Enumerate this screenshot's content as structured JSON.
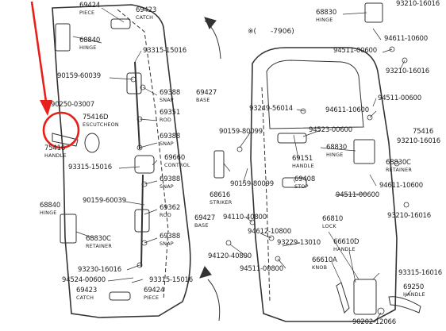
{
  "diagram": {
    "header": "※(　　-7906)",
    "pointer_color": "#e8201c",
    "parts": [
      {
        "id": "p01",
        "number": "69424",
        "name": "PIECE"
      },
      {
        "id": "p02",
        "number": "69423",
        "name": "CATCH"
      },
      {
        "id": "p03",
        "number": "68840",
        "name": "HINGE"
      },
      {
        "id": "p04",
        "number": "93315-15016",
        "name": ""
      },
      {
        "id": "p05",
        "number": "90159-60039",
        "name": ""
      },
      {
        "id": "p06",
        "number": "69388",
        "name": "SNAP"
      },
      {
        "id": "p07",
        "number": "69427",
        "name": "BASE"
      },
      {
        "id": "p08",
        "number": "69351",
        "name": "ROD"
      },
      {
        "id": "p09",
        "number": "90250-03007",
        "name": ""
      },
      {
        "id": "p10",
        "number": "75416D",
        "name": "ESCUTCHEON"
      },
      {
        "id": "p11",
        "number": "75416",
        "name": "HANDLE"
      },
      {
        "id": "p12",
        "number": "69388",
        "name": "SNAP"
      },
      {
        "id": "p13",
        "number": "93315-15016",
        "name": ""
      },
      {
        "id": "p14",
        "number": "69660",
        "name": "CONTROL"
      },
      {
        "id": "p15",
        "number": "69388",
        "name": "SNAP"
      },
      {
        "id": "p16",
        "number": "90159-60039",
        "name": ""
      },
      {
        "id": "p17",
        "number": "68840",
        "name": "HINGE"
      },
      {
        "id": "p18",
        "number": "69362",
        "name": "ROD"
      },
      {
        "id": "p19",
        "number": "69427",
        "name": "BASE"
      },
      {
        "id": "p20",
        "number": "68830C",
        "name": "RETAINER"
      },
      {
        "id": "p21",
        "number": "69388",
        "name": "SNAP"
      },
      {
        "id": "p22",
        "number": "93230-16016",
        "name": ""
      },
      {
        "id": "p23",
        "number": "94524-00600",
        "name": ""
      },
      {
        "id": "p24",
        "number": "93315-15016",
        "name": ""
      },
      {
        "id": "p25",
        "number": "69423",
        "name": "CATCH"
      },
      {
        "id": "p26",
        "number": "69424",
        "name": "PIECE"
      },
      {
        "id": "p27",
        "number": "68830",
        "name": "HINGE"
      },
      {
        "id": "p28",
        "number": "93210-16016",
        "name": ""
      },
      {
        "id": "p29",
        "number": "94611-10600",
        "name": ""
      },
      {
        "id": "p30",
        "number": "94511-00600",
        "name": ""
      },
      {
        "id": "p31",
        "number": "93210-16016",
        "name": ""
      },
      {
        "id": "p32",
        "number": "93249-56014",
        "name": ""
      },
      {
        "id": "p33",
        "number": "94611-10600",
        "name": ""
      },
      {
        "id": "p34",
        "number": "94511-00600",
        "name": ""
      },
      {
        "id": "p35",
        "number": "94523-00600",
        "name": ""
      },
      {
        "id": "p36",
        "number": "90159-80099",
        "name": ""
      },
      {
        "id": "p37",
        "number": "68830",
        "name": "HINGE"
      },
      {
        "id": "p38",
        "number": "69151",
        "name": "HANDLE"
      },
      {
        "id": "p39",
        "number": "75416",
        "name": ""
      },
      {
        "id": "p40",
        "number": "93210-16016",
        "name": ""
      },
      {
        "id": "p41",
        "number": "68830C",
        "name": "RETAINER"
      },
      {
        "id": "p42",
        "number": "90159-80099",
        "name": ""
      },
      {
        "id": "p43",
        "number": "69408",
        "name": "STOP"
      },
      {
        "id": "p44",
        "number": "94611-10600",
        "name": ""
      },
      {
        "id": "p45",
        "number": "68616",
        "name": "STRIKER"
      },
      {
        "id": "p46",
        "number": "94511-00600",
        "name": ""
      },
      {
        "id": "p47",
        "number": "94110-40800",
        "name": ""
      },
      {
        "id": "p48",
        "number": "93210-16016",
        "name": ""
      },
      {
        "id": "p49",
        "number": "66810",
        "name": "LOCK"
      },
      {
        "id": "p50",
        "number": "94612-10800",
        "name": ""
      },
      {
        "id": "p51",
        "number": "93229-13010",
        "name": ""
      },
      {
        "id": "p52",
        "number": "66610D",
        "name": "HANDLE"
      },
      {
        "id": "p53",
        "number": "94120-40800",
        "name": ""
      },
      {
        "id": "p54",
        "number": "66610A",
        "name": "KNOB"
      },
      {
        "id": "p55",
        "number": "94511-00800",
        "name": ""
      },
      {
        "id": "p56",
        "number": "93315-16016",
        "name": ""
      },
      {
        "id": "p57",
        "number": "69250",
        "name": "HANDLE"
      },
      {
        "id": "p58",
        "number": "90202-12066",
        "name": ""
      }
    ]
  }
}
